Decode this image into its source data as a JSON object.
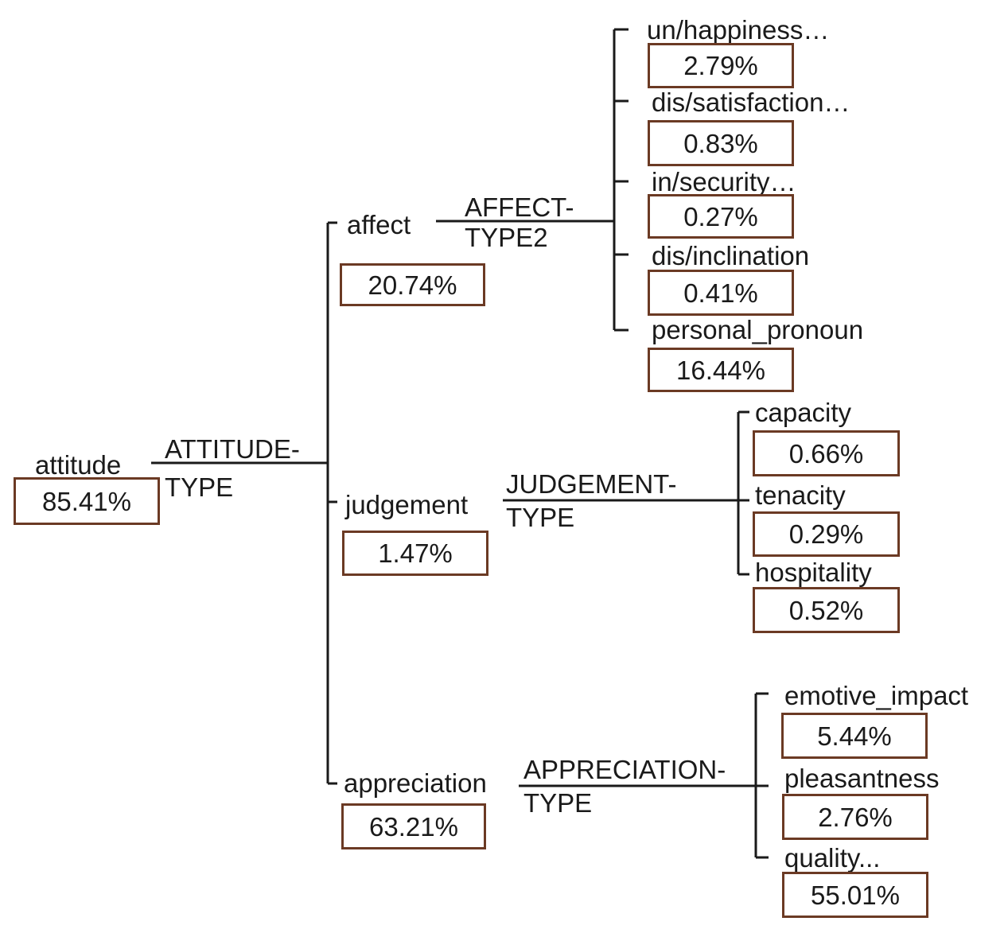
{
  "root": {
    "label": "attitude",
    "value": "85.41%"
  },
  "systems": {
    "attitude_type": [
      "ATTITUDE-",
      "TYPE"
    ],
    "affect_type": [
      "AFFECT-",
      "TYPE2"
    ],
    "judgement_type": [
      "JUDGEMENT-",
      "TYPE"
    ],
    "appreciation_type": [
      "APPRECIATION-",
      "TYPE"
    ]
  },
  "categories": [
    {
      "label": "affect",
      "value": "20.74%"
    },
    {
      "label": "judgement",
      "value": "1.47%"
    },
    {
      "label": "appreciation",
      "value": "63.21%"
    }
  ],
  "affect_items": [
    {
      "label": "un/happiness…",
      "value": "2.79%"
    },
    {
      "label": "dis/satisfaction…",
      "value": "0.83%"
    },
    {
      "label": "in/security…",
      "value": "0.27%"
    },
    {
      "label": "dis/inclination",
      "value": "0.41%"
    },
    {
      "label": "personal_pronoun",
      "value": "16.44%"
    }
  ],
  "judgement_items": [
    {
      "label": "capacity",
      "value": "0.66%"
    },
    {
      "label": "tenacity",
      "value": "0.29%"
    },
    {
      "label": "hospitality",
      "value": "0.52%"
    }
  ],
  "appreciation_items": [
    {
      "label": "emotive_impact",
      "value": "5.44%"
    },
    {
      "label": "pleasantness",
      "value": "2.76%"
    },
    {
      "label": "quality...",
      "value": "55.01%"
    }
  ],
  "colors": {
    "box_border": "#6b3a24",
    "line": "#1a1a1a"
  }
}
